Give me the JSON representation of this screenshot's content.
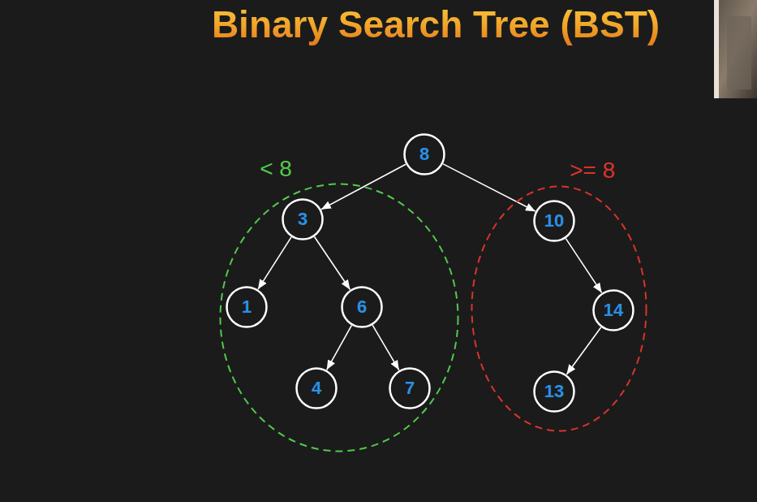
{
  "diagram": {
    "title": "Binary Search Tree (BST)",
    "nodes": [
      {
        "text": [
          "8"
        ]
      },
      {
        "text": [
          "< 8"
        ]
      },
      {
        "text": [
          "3"
        ],
        "in": 1
      },
      {
        "text": [
          "1"
        ],
        "in": 1
      },
      {
        "text": [
          "6"
        ],
        "in": 1
      },
      {
        "text": [
          "4"
        ],
        "in": 1
      },
      {
        "text": [
          "7"
        ],
        "in": 1
      },
      {
        "text": [
          ">= 8"
        ]
      },
      {
        "text": [
          "10"
        ],
        "in": 7
      },
      {
        "text": [
          "14"
        ],
        "in": 7
      },
      {
        "text": [
          "13"
        ],
        "in": 7
      }
    ],
    "edges": [
      {
        "from": 0,
        "to": 2,
        "arrow": "to"
      },
      {
        "from": 0,
        "to": 8,
        "arrow": "to"
      },
      {
        "from": 2,
        "to": 3,
        "arrow": "to"
      },
      {
        "from": 2,
        "to": 4,
        "arrow": "to"
      },
      {
        "from": 4,
        "to": 5,
        "arrow": "to"
      },
      {
        "from": 4,
        "to": 6,
        "arrow": "to"
      },
      {
        "from": 8,
        "to": 9,
        "arrow": "to"
      },
      {
        "from": 9,
        "to": 10,
        "arrow": "to"
      }
    ]
  }
}
